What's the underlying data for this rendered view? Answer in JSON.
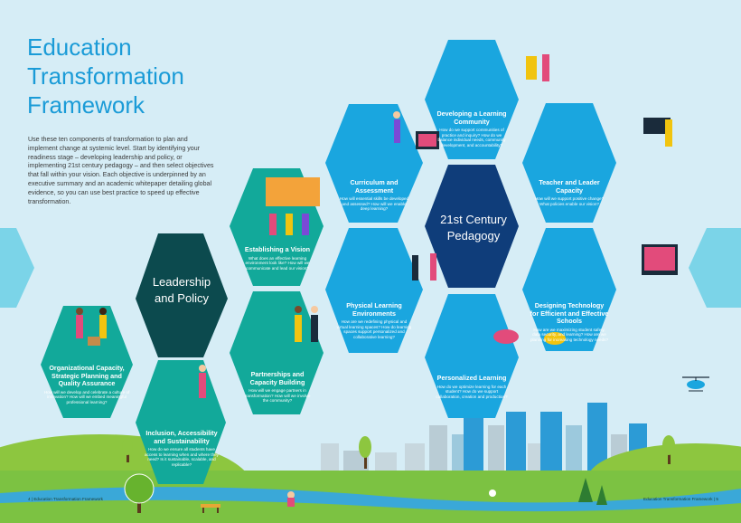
{
  "header": {
    "title_line1": "Education",
    "title_line2": "Transformation",
    "title_line3": "Framework"
  },
  "intro": "Use these ten components of transformation to plan and implement change at systemic level. Start by identifying your readiness stage – developing leadership and policy, or implementing 21st century pedagogy – and then select objectives that fall within your vision. Each objective is underpinned by an executive summary and an academic whitepaper detailing global evidence, so you can use best practice to speed up effective transformation.",
  "hubs": {
    "leadership": "Leadership and Policy",
    "pedagogy": "21st Century Pedagogy"
  },
  "components": {
    "org_capacity": {
      "title": "Organizational Capacity, Strategic Planning and Quality Assurance",
      "question": "How will we develop and celebrate a culture of innovation? How will we embed meaningful professional learning?"
    },
    "inclusion": {
      "title": "Inclusion, Accessibility and Sustainability",
      "question": "How do we ensure all students have access to learning when and where they need? Is it sustainable, scalable, and replicable?"
    },
    "vision": {
      "title": "Establishing a Vision",
      "question": "What does an effective learning environment look like? How will we communicate and lead our vision?"
    },
    "partnerships": {
      "title": "Partnerships and Capacity Building",
      "question": "How will we engage partners in transformation? How will we involve the community?"
    },
    "curriculum": {
      "title": "Curriculum and Assessment",
      "question": "How will essential skills be developed and assessed? How will we enable deep learning?"
    },
    "physical": {
      "title": "Physical Learning Environments",
      "question": "How are we redefining physical and virtual learning spaces? How do learning spaces support personalized and collaborative learning?"
    },
    "community": {
      "title": "Developing a Learning Community",
      "question": "How do we support communities of practice and inquiry? How do we balance individual needs, community development, and accountability?"
    },
    "teacher": {
      "title": "Teacher and Leader Capacity",
      "question": "How will we support positive change? What policies enable our vision?"
    },
    "technology": {
      "title": "Designing Technology for Efficient and Effective Schools",
      "question": "How are we maximizing student safety, data security, and learning? How are we planning for increasing technology needs?"
    },
    "personalized": {
      "title": "Personalized Learning",
      "question": "How do we optimize learning for each student? How do we support collaboration, creation and production?"
    }
  },
  "footer": {
    "left_page": "4",
    "left_label": "Education Transformation Framework",
    "right_label": "Education Transformation Framework",
    "right_page": "5"
  },
  "colors": {
    "title_blue": "#1a9bd7",
    "teal_hex": "#12a99a",
    "dark_teal_hex": "#0c4a4e",
    "blue_hex": "#1aa6df",
    "navy_hex": "#0f3d7a",
    "grass": "#7cc242"
  }
}
